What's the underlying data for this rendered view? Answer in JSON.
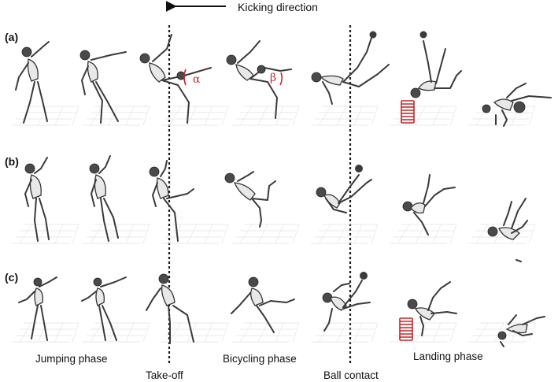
{
  "header": {
    "direction_label": "Kicking direction",
    "arrow_icon": "left-arrow-icon"
  },
  "panels": [
    {
      "label": "(a)"
    },
    {
      "label": "(b)"
    },
    {
      "label": "(c)"
    }
  ],
  "angles": {
    "alpha": "α",
    "beta": "β"
  },
  "phases": {
    "jumping": "Jumping phase",
    "takeoff": "Take-off",
    "bicycling": "Bicycling phase",
    "ball_contact": "Ball contact",
    "landing": "Landing phase"
  },
  "colors": {
    "angle_marker": "#c0282b",
    "spring": "#c0282b",
    "skeleton": "#3a3a3a"
  }
}
